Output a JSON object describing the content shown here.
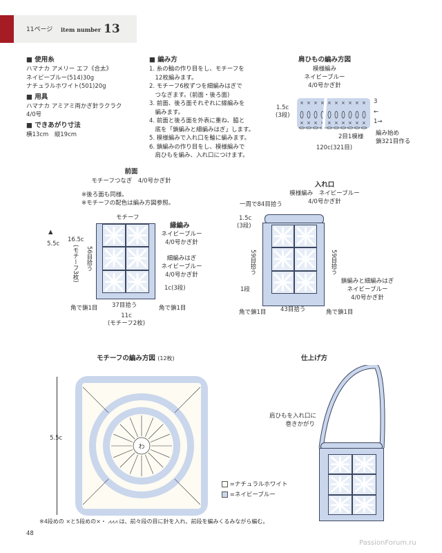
{
  "header": {
    "page_ref": "11ページ",
    "item_label": "item number",
    "item_number": "13",
    "accent": "#a51c24",
    "band": "#efefed"
  },
  "materials": {
    "yarn_title": "■ 使用糸",
    "yarn_lines": [
      "ハマナカ アメリー エフ《合太》",
      "ネイビーブルー(514)30g",
      "ナチュラルホワイト(501)20g"
    ],
    "tools_title": "■ 用具",
    "tools_lines": [
      "ハマナカ アミアミ両かぎ針ラクラク",
      "4/0号"
    ],
    "size_title": "■ できあがり寸法",
    "size_line": "横13cm　縦19cm"
  },
  "method": {
    "title": "■ 編み方",
    "steps": [
      "1. 糸の輪の作り目をし、モチーフを",
      "　12枚編みます。",
      "2. モチーフ6枚ずつを細編みはぎで",
      "　つなぎます。(前面・後ろ面)",
      "3. 前面、後ろ面それぞれに縁編みを",
      "　編みます。",
      "4. 前面と後ろ面を外表に重ね、脇と",
      "　底を「鎖編みと細編みはぎ」します。",
      "5. 模様編みで入れ口を輪に編みます。",
      "6. 鎖編みの作り目をし、模様編みで",
      "　肩ひもを編み、入れ口につけます。"
    ]
  },
  "strap": {
    "title": "肩ひもの編み方図",
    "sub": [
      "模様編み",
      "ネイビーブルー",
      "4/0号かぎ針"
    ],
    "height": "1.5c",
    "rows": "(3段)",
    "row3": "3",
    "row2": "←",
    "row1": "1→",
    "repeat": "2目1模様",
    "start": [
      "編み始め",
      "鎖321目作る"
    ],
    "width": "120c(321目)"
  },
  "front": {
    "title": "前面",
    "sub": "モチーフつなぎ　4/0号かぎ針",
    "notes": [
      "※後ろ面も同様。",
      "※モチーフの配色は編み方図参照。"
    ],
    "motif": "モチーフ",
    "edge": "縁編み",
    "edge_sub": [
      "ネイビーブルー",
      "4/0号かぎ針"
    ],
    "join": [
      "細編みはぎ",
      "ネイビーブルー",
      "4/0号かぎ針"
    ],
    "edge_w": "1c(3段)",
    "height": "16.5c",
    "height_note": "(モチーフ3枚)",
    "pick_side": "56目拾う",
    "pick_bottom": "37目拾う",
    "corner_l": "角で鎖1目",
    "corner_r": "角で鎖1目",
    "width": "11c",
    "width_note": "(モチーフ2枚)",
    "tri": "5.5c"
  },
  "opening": {
    "title": "入れ口",
    "sub": [
      "模様編み　ネイビーブルー",
      "4/0号かぎ針"
    ],
    "round": "一周で84目拾う",
    "band_h": "1.5c",
    "band_rows": "(3段)",
    "pick_l": "59目拾う",
    "pick_r": "59目拾う",
    "row1": "1段",
    "join": [
      "鎖編みと細編みはぎ",
      "ネイビーブルー",
      "4/0号かぎ針"
    ],
    "pick_bottom": "43目拾う",
    "corner_l": "角で鎖1目",
    "corner_r": "角で鎖1目"
  },
  "motif_chart": {
    "title": "モチーフの編み方図",
    "count": "(12枚)",
    "size": "5.5c",
    "center": "わ",
    "legend": [
      {
        "label": "=ナチュラルホワイト",
        "color": "#fdfbf2"
      },
      {
        "label": "=ネイビーブルー",
        "color": "#c9d6ec"
      }
    ],
    "note": "※4段めの ×と5段めの×・ ⩘⩘⩘ は、前々段の目に針を入れ、前段を編みくるみながら編む。"
  },
  "finish": {
    "title": "仕上げ方",
    "label": [
      "肩ひもを入れ口に",
      "巻きかがり"
    ]
  },
  "footer": {
    "page": "48",
    "watermark": "PassionForum.ru"
  }
}
